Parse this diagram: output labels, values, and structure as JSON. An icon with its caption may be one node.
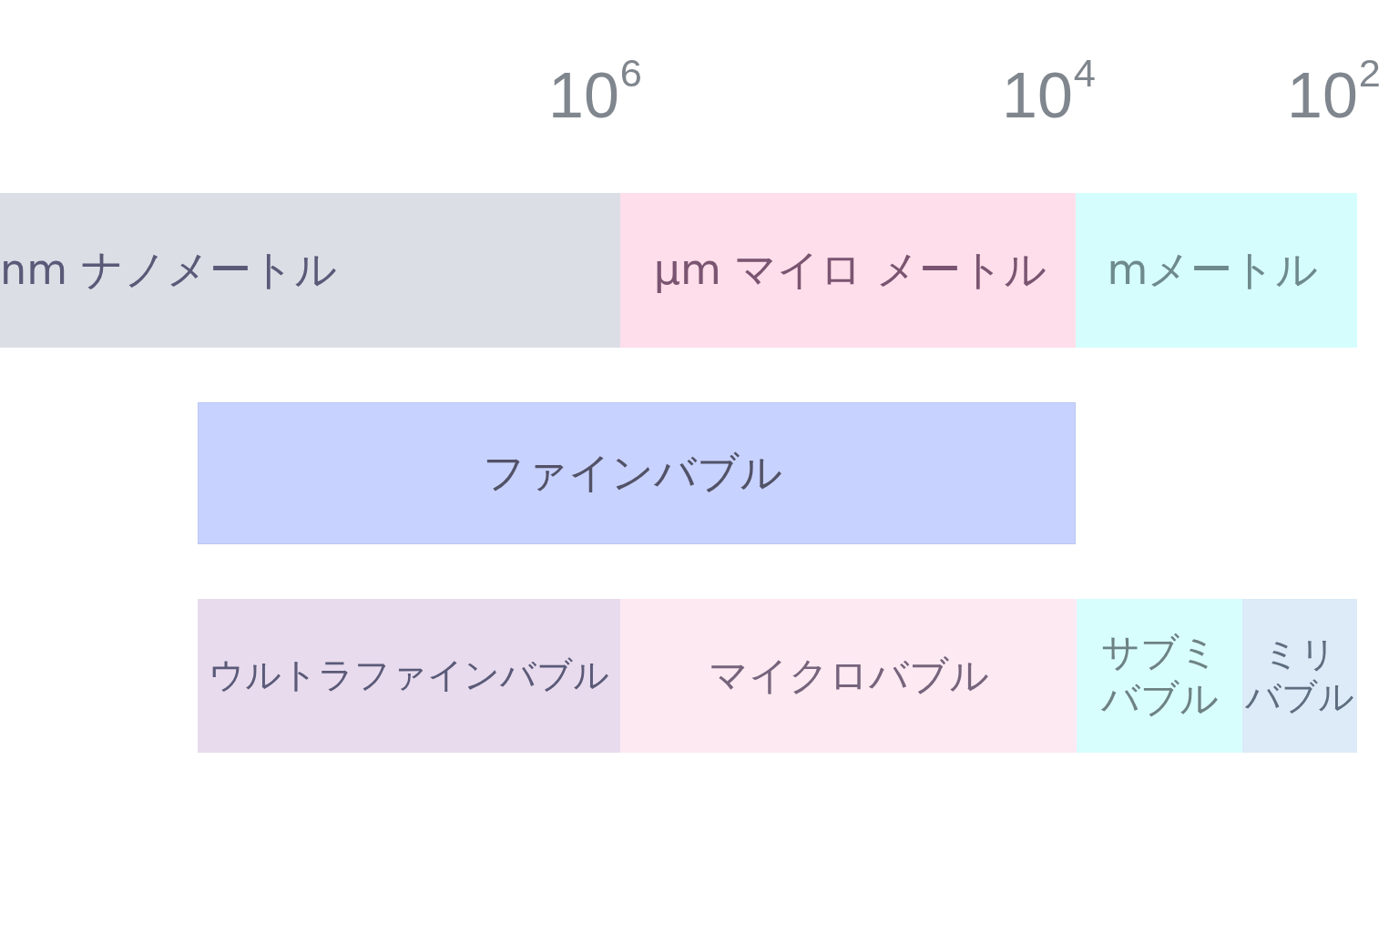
{
  "diagram": {
    "nodes": [
      {
        "text": [
          "nm ナノメートル"
        ]
      },
      {
        "text": [
          "μm マイロ メートル"
        ]
      },
      {
        "text": [
          "mメートル"
        ]
      },
      {
        "text": [
          "ファインバブル"
        ]
      },
      {
        "text": [
          "ウルトラファインバブル"
        ]
      },
      {
        "text": [
          "マイクロバブル"
        ]
      },
      {
        "text": [
          "サブミバブル"
        ]
      },
      {
        "text": [
          "ミリバブル"
        ]
      }
    ],
    "labels": [
      "10$^{6}$",
      "10$^{4}$",
      "10$^{2}$"
    ]
  }
}
